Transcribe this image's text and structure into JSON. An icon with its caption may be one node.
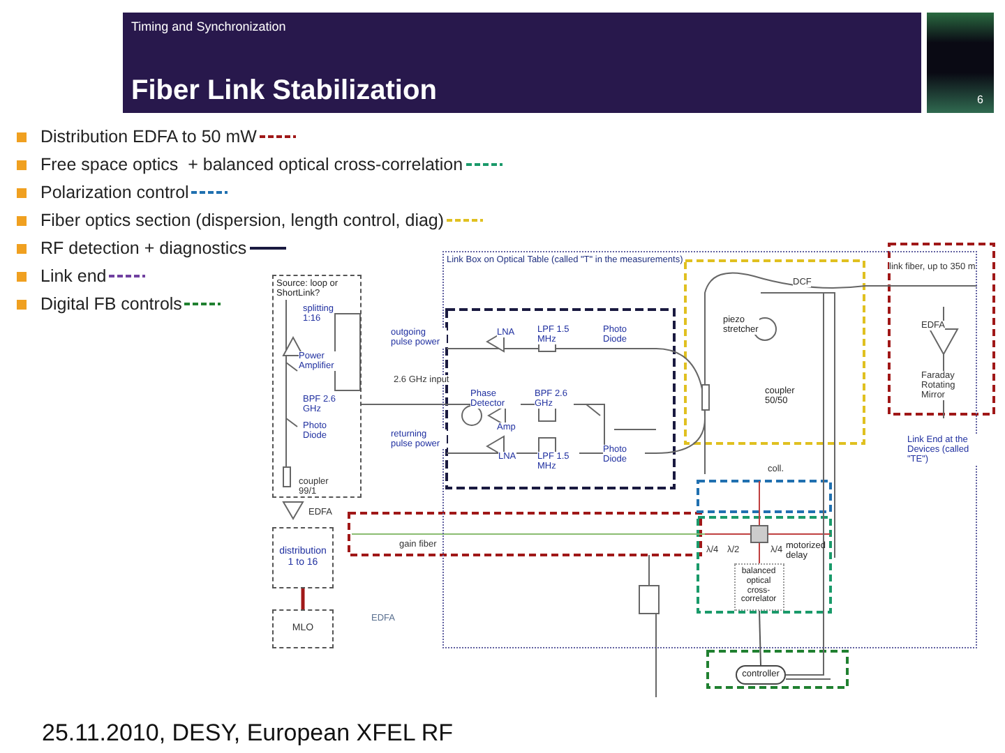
{
  "diagram": {
    "title": "Fiber Link Stabilization",
    "nodes": [
      {
        "text": [
          "Source: loop or ShortLink?"
        ]
      },
      {
        "text": [
          "Link Box on Optical Table (called \"T\" in the measurements)"
        ]
      },
      {
        "text": [
          "distribution 1 to 16"
        ]
      },
      {
        "text": [
          "MLO"
        ]
      },
      {
        "text": [
          "balanced optical cross-correlator"
        ],
        "in": 1
      },
      {
        "text": [
          "controller"
        ]
      }
    ],
    "edges": [
      {
        "from": 3,
        "to": 2,
        "arrow": "none",
        "style": "thick",
        "color": "#a01818"
      },
      {
        "from": 4,
        "to": 5,
        "arrow": "none"
      }
    ],
    "labels": [
      "Timing and Synchronization",
      "6",
      "outgoing pulse power",
      "LNA",
      "LPF 1.5 MHz",
      "Photo Diode",
      "splitting 1:16",
      "Power Amplifier",
      "2.6 GHz input",
      "Phase Detector",
      "BPF 2.6 GHz",
      "Amp",
      "BPF 2.6 GHz",
      "returning pulse power",
      "LNA",
      "LPF 1.5 MHz",
      "Photo Diode",
      "Photo Diode",
      "coupler 99/1",
      "EDFA",
      "gain fiber",
      "EDFA",
      "DCF",
      "piezo stretcher",
      "coupler 50/50",
      "link fiber, up to 350 m",
      "EDFA",
      "Faraday Rotating Mirror",
      "Link End at the Devices (called \"TE\")",
      "coll.",
      "λ/4",
      "λ/2",
      "λ/4",
      "motorized delay",
      "25.11.2010, DESY, European XFEL RF"
    ],
    "legend": [
      {
        "text": "Distribution EDFA to 50 mW"
      },
      {
        "text": "Free space optics  + balanced optical cross-correlation"
      },
      {
        "text": "Polarization control"
      },
      {
        "text": "Fiber optics section (dispersion, length control, diag)"
      },
      {
        "text": "RF detection + diagnostics"
      },
      {
        "text": "Link end"
      },
      {
        "text": "Digital FB controls"
      }
    ]
  }
}
